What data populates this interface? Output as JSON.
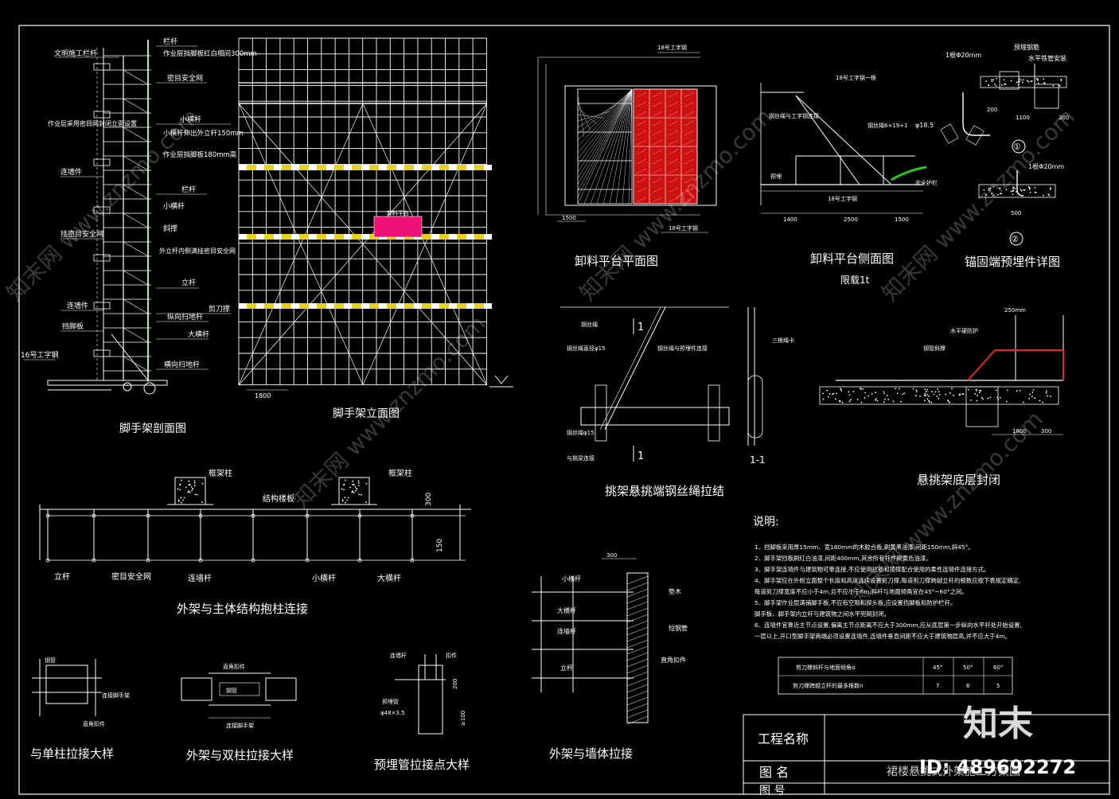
{
  "drawing": {
    "titles": {
      "section": "脚手架剖面图",
      "elevation": "脚手架立面图",
      "platform_plan": "卸料平台平面图",
      "platform_side": "卸料平台侧面图",
      "platform_load": "限载1t",
      "anchor_detail": "锚固端预埋件详图",
      "wire_tie": "挑架悬挑端钢丝绳拉结",
      "bottom_seal": "悬挑架底层封闭",
      "column_tie": "外架与主体结构抱柱连接",
      "single_column": "与单柱拉接大样",
      "double_column": "外架与双柱拉接大样",
      "embedded_pipe": "预埋管拉接点大样",
      "wall_tie": "外架与墙体拉接"
    },
    "section_labels": {
      "handrail_top": "文明施工栏杆",
      "railing": "栏杆",
      "red_white": "作业层挡脚板红白相间300mm",
      "safety_net": "密目安全网",
      "small_bar": "小横杆",
      "small_bar_note": "小横杆伸出外立杆150mm",
      "work_layer_board": "作业层挡脚板180mm高",
      "work_layer_net": "作业层采用密目网封闭立面设置",
      "tie": "连墙件",
      "railing2": "栏杆",
      "dense_net": "挂密目安全网",
      "outer_net": "外立杆内侧满挂密目安全网",
      "upright": "立杆",
      "tie2": "连墙件",
      "toe_board": "挡脚板",
      "i_beam": "16号工字钢",
      "long_bar": "纵向扫地杆",
      "scissor": "剪刀撑",
      "big_bar": "大横杆",
      "sweep_bar": "横向扫地杆",
      "oblique": "斜撑",
      "small_bar2": "小横杆"
    },
    "elevation_labels": {
      "platform": "卸料平台",
      "dim_1800": "1800"
    },
    "platform_plan_labels": {
      "top": "18号工字钢",
      "dim_1500": "1500",
      "bottom": "18号工字钢"
    },
    "platform_side_labels": {
      "l1": "18号工字钢一根",
      "l2": "钢丝绳6×19+1",
      "l3": "φ18.5",
      "l4": "钢丝绳与工字钢连接",
      "l5": "安全护栏",
      "l6": "预埋",
      "l7": "18号工字钢",
      "d1": "1400",
      "d2": "2500",
      "d3": "1500"
    },
    "anchor_labels": {
      "top_note": "预埋钢筋",
      "top_note2": "水平铁管安装",
      "hook1": "1根Φ20mm",
      "hook2": "1根Φ20mm",
      "d1": "200",
      "d2": "1100",
      "d3": "300",
      "d4": "500",
      "n1": "①",
      "n2": "②"
    },
    "wire_tie_labels": {
      "a1": "钢丝绳",
      "a2": "钢丝绳直径φ15",
      "a3": "钢丝绳与预埋件连接",
      "a4": "钢丝绳φ15",
      "a5": "与挑梁连接",
      "a6": "三根绳卡",
      "n1": "1",
      "n2": "1",
      "sec": "1-1"
    },
    "bottom_seal_labels": {
      "b1": "250mm",
      "b2": "水平硬防护",
      "b3": "钢管斜撑",
      "d1": "1800",
      "d2": "300"
    },
    "column_tie_labels": {
      "col1": "框架柱",
      "col2": "框架柱",
      "slab": "结构楼板",
      "d300": "300",
      "d150": "150",
      "upright": "立杆",
      "net": "密目安全网",
      "tie": "连墙杆",
      "small": "小横杆",
      "big": "大横杆"
    },
    "single_col_labels": {
      "c1": "钢管",
      "c2": "连接脚手架",
      "c3": "直角扣件"
    },
    "double_col_labels": {
      "c1": "直角扣件",
      "c2": "钢管",
      "c3": "连接脚手架"
    },
    "embedded_labels": {
      "e1": "连墙杆",
      "e2": "扣件",
      "e3": "预埋管",
      "e4": "φ48×3.5",
      "e5": "200",
      "e6": "≥100"
    },
    "wall_tie_labels": {
      "w0": "300",
      "w1": "小横杆",
      "w2": "大横杆",
      "w3": "连墙杆",
      "w4": "立杆",
      "w5": "垫木",
      "w6": "短钢管",
      "w7": "直角扣件"
    },
    "notes": {
      "heading": "说明:",
      "lines": [
        "1、挡脚板采用厚15mm、宽180mm的木胶合板,刷黄黑油漆,间距150mm,斜45°。",
        "2、脚手架挡板刷红白油漆,间距400mm,其余所有杆件刷黄色油漆。",
        "3、脚手架连墙件与建筑物可靠连接,不应使用拉筋和顶撑配合使用的柔性连墙件连接方式。",
        "4、脚手架应在外侧立面整个长度和高度连续设置剪刀撑,每道剪刀撑跨越立杆的根数应按下表规定确定,",
        "每道剪刀撑宽度不应小于4m,且不应小于6m,斜杆与地面倾角宜在45°~60°之间。",
        "5、脚手架作业层满铺脚手板,不应有空隙和探头板,应设置挡脚板和防护栏杆。",
        "脚手板、脚手架内立杆与建筑物之间水平兜网封闭。",
        "6、连墙件宜靠近主节点设置,偏离主节点距离不应大于300mm,应从底层第一步纵向水平杆处开始设置,",
        "一层以上,开口型脚手架两端必须设置连墙件,连墙件垂直间距不应大于建筑物层高,并不应大于4m。"
      ],
      "table": {
        "row1": [
          "剪刀撑斜杆与地面倾角α",
          "45°",
          "50°",
          "60°"
        ],
        "row2": [
          "剪刀撑跨越立杆的最多根数n",
          "7",
          "6",
          "5"
        ]
      }
    },
    "title_block": {
      "project_label": "工程名称",
      "drawing_label": "图    名",
      "number_label": "图    号",
      "drawing_name": "裙楼悬挑式外架施工方案图"
    },
    "watermark": {
      "site": "知末网 www.znzmo.com",
      "brand": "知末",
      "id": "ID: 489692272"
    }
  }
}
